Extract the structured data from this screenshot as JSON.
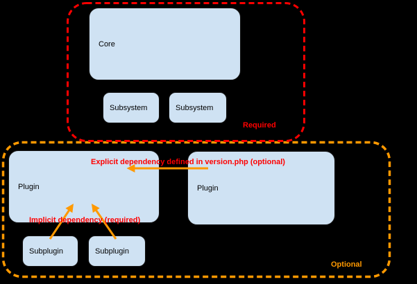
{
  "colors": {
    "background": "#000000",
    "box_fill": "#cfe2f3",
    "box_border": "#141414",
    "required_red": "#ff0000",
    "optional_orange": "#ff9900",
    "arrow_orange": "#ff9900",
    "label_text": "#000000"
  },
  "groups": {
    "required": {
      "label": "Required"
    },
    "optional": {
      "label": "Optional"
    }
  },
  "boxes": {
    "core": {
      "label": "Core"
    },
    "subsystem_1": {
      "label": "Subsystem"
    },
    "subsystem_2": {
      "label": "Subsystem"
    },
    "plugin_left": {
      "label": "Plugin"
    },
    "plugin_right": {
      "label": "Plugin"
    },
    "subplugin_1": {
      "label": "Subplugin"
    },
    "subplugin_2": {
      "label": "Subplugin"
    }
  },
  "annotations": {
    "explicit_dependency_label": "Explicit dependency defined in version.php (optional)",
    "implicit_dependency_label": "Implicit dependency (required)"
  },
  "relationships": [
    {
      "from": "plugin_right",
      "to": "plugin_left",
      "type": "explicit dependency defined in version.php (optional)"
    },
    {
      "from": "subplugin_1",
      "to": "plugin_left",
      "type": "implicit dependency (required)"
    },
    {
      "from": "subplugin_2",
      "to": "plugin_left",
      "type": "implicit dependency (required)"
    }
  ]
}
